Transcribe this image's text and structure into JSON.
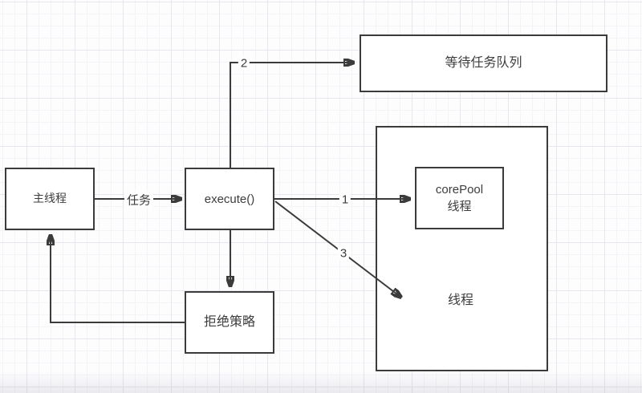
{
  "diagram": {
    "colors": {
      "stroke": "#3b3b3b",
      "text": "#3d3d3d",
      "node_bg": "#ffffff",
      "canvas_bg": "#fdfdfe",
      "grid_minor": "#f3f3f8",
      "grid_major": "#e6e6ee"
    },
    "nodes": {
      "main_thread": {
        "label": "主线程"
      },
      "execute": {
        "label": "execute()"
      },
      "wait_queue": {
        "label": "等待任务队列"
      },
      "core_pool": {
        "line1": "corePool",
        "line2": "线程"
      },
      "thread_area": {
        "label": "线程"
      },
      "reject_policy": {
        "label": "拒绝策略"
      }
    },
    "edges": {
      "task": {
        "label": "任务"
      },
      "to_core_pool": {
        "label": "1"
      },
      "to_wait_queue": {
        "label": "2"
      },
      "to_thread": {
        "label": "3"
      }
    }
  }
}
